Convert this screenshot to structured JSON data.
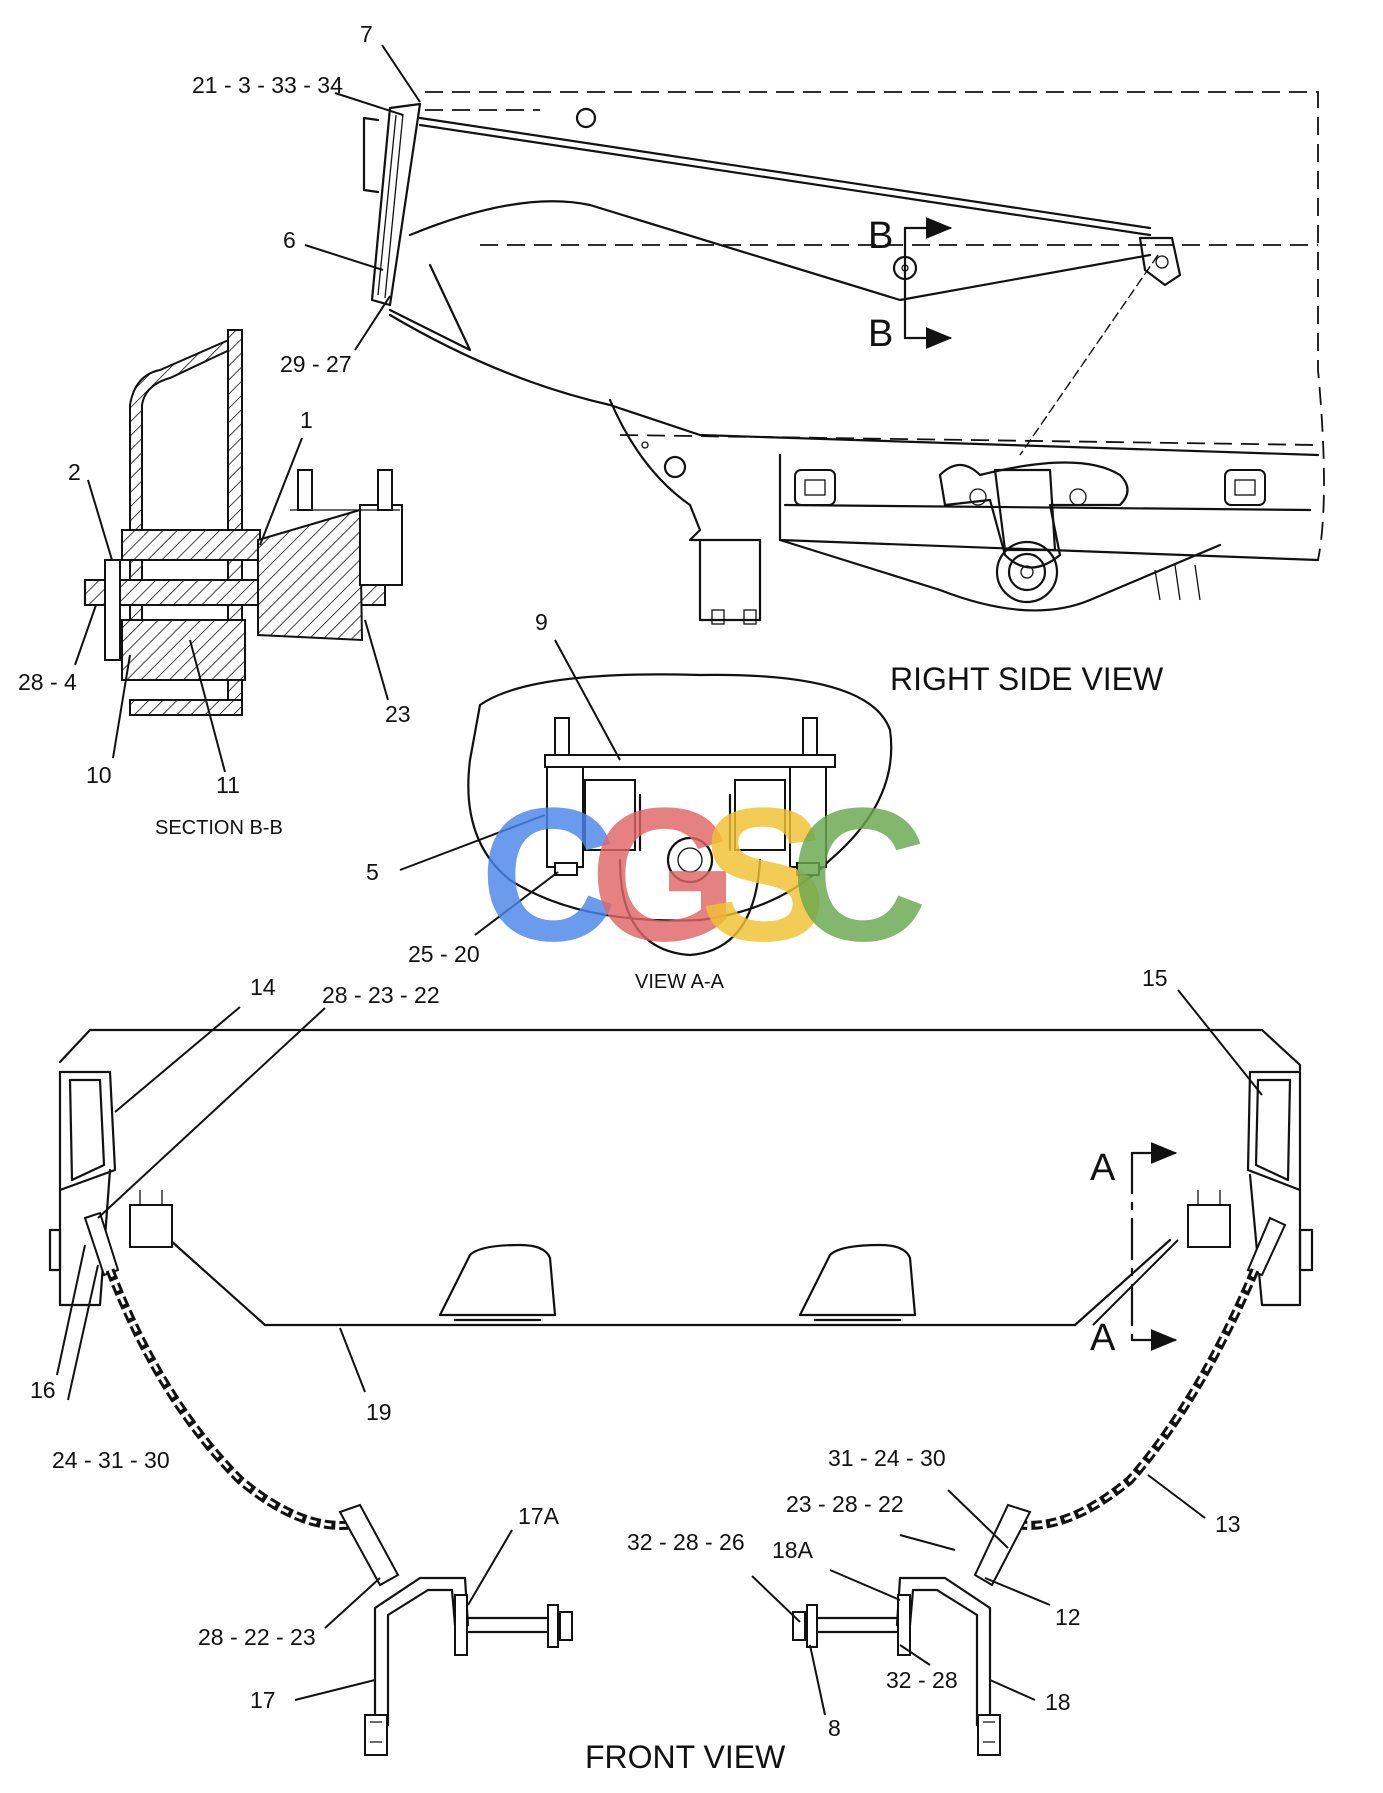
{
  "views": {
    "right_side": "RIGHT SIDE VIEW",
    "section_bb": "SECTION B-B",
    "view_aa": "VIEW A-A",
    "front": "FRONT VIEW"
  },
  "section_markers": {
    "b_top": "B",
    "b_bottom": "B",
    "a_top": "A",
    "a_bottom": "A"
  },
  "watermark": {
    "letters": [
      {
        "char": "C",
        "color": "#4a86e8"
      },
      {
        "char": "G",
        "color": "#e06666"
      },
      {
        "char": "S",
        "color": "#f1c232"
      },
      {
        "char": "C",
        "color": "#6aa84f"
      }
    ]
  },
  "callouts": {
    "c7": "7",
    "c21_3_33_34": "21 - 3 - 33 - 34",
    "c6": "6",
    "c29_27": "29 - 27",
    "c1": "1",
    "c2": "2",
    "c28_4": "28 - 4",
    "c10": "10",
    "c11": "11",
    "c23": "23",
    "c9": "9",
    "c5": "5",
    "c25_20": "25 - 20",
    "c14": "14",
    "c28_23_22": "28 - 23 - 22",
    "c15": "15",
    "c16": "16",
    "c24_31_30": "24 - 31 - 30",
    "c19": "19",
    "c17a": "17A",
    "c28_22_23": "28 - 22 - 23",
    "c17": "17",
    "c31_24_30": "31 - 24 - 30",
    "c13": "13",
    "c23_28_22": "23 - 28 - 22",
    "c32_28_26": "32 - 28 - 26",
    "c18a": "18A",
    "c12": "12",
    "c32_28": "32 - 28",
    "c8": "8",
    "c18": "18"
  }
}
